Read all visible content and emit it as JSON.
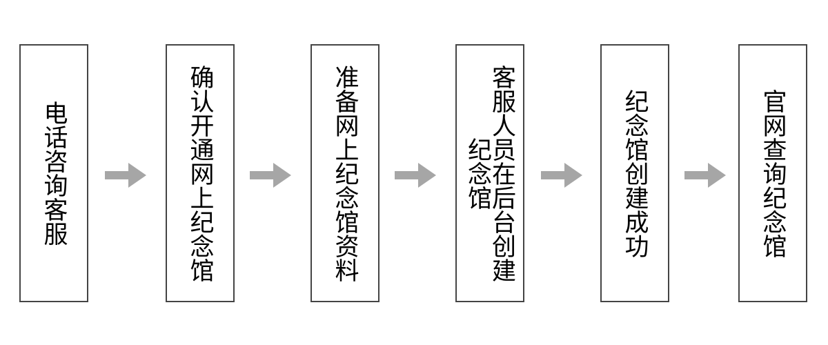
{
  "diagram": {
    "type": "flowchart",
    "orientation": "left-to-right",
    "text_direction": "vertical-rl",
    "colors": {
      "box_border": "#444444",
      "box_fill": "#ffffff",
      "text": "#000000",
      "arrow": "#a6a6a6",
      "background": "#ffffff"
    },
    "steps": [
      {
        "index": 1,
        "label": "电话咨询客服"
      },
      {
        "index": 2,
        "label": "确认开通网上纪念馆"
      },
      {
        "index": 3,
        "label": "准备网上纪念馆资料"
      },
      {
        "index": 4,
        "label": "客服人员在后台创建纪念馆"
      },
      {
        "index": 5,
        "label": "纪念馆创建成功"
      },
      {
        "index": 6,
        "label": "官网查询纪念馆"
      }
    ],
    "connectors": [
      {
        "index": 1,
        "from": 1,
        "to": 2,
        "glyph": "arrow-right-icon"
      },
      {
        "index": 2,
        "from": 2,
        "to": 3,
        "glyph": "arrow-right-icon"
      },
      {
        "index": 3,
        "from": 3,
        "to": 4,
        "glyph": "arrow-right-icon"
      },
      {
        "index": 4,
        "from": 4,
        "to": 5,
        "glyph": "arrow-right-icon"
      },
      {
        "index": 5,
        "from": 5,
        "to": 6,
        "glyph": "arrow-right-icon"
      }
    ]
  }
}
